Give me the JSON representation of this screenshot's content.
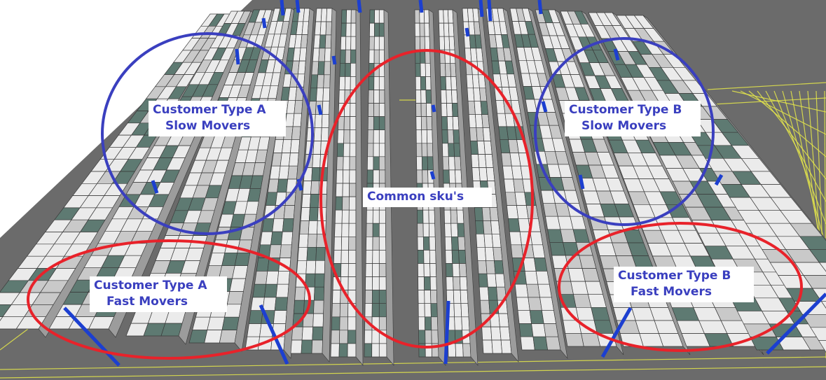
{
  "colors": {
    "background": "#6b6b6b",
    "box_light": "#ebebeb",
    "box_mid": "#c9c9c9",
    "box_dark": "#5e7a72",
    "grid_line": "#e6e84a",
    "upright": "#1c3fd0",
    "circle_blue": "#3a3fbf",
    "circle_red": "#e8222a",
    "label_text": "#3a3fbf",
    "label_bg": "#ffffff"
  },
  "zones": {
    "a_slow": {
      "line1": "Customer Type A",
      "line2": "Slow Movers",
      "outline": "blue"
    },
    "b_slow": {
      "line1": "Customer Type B",
      "line2": "Slow Movers",
      "outline": "blue"
    },
    "common": {
      "line1": "Common sku's",
      "outline": "red"
    },
    "a_fast": {
      "line1": "Customer Type A",
      "line2": "Fast Movers",
      "outline": "red"
    },
    "b_fast": {
      "line1": "Customer Type B",
      "line2": "Fast Movers",
      "outline": "red"
    }
  }
}
